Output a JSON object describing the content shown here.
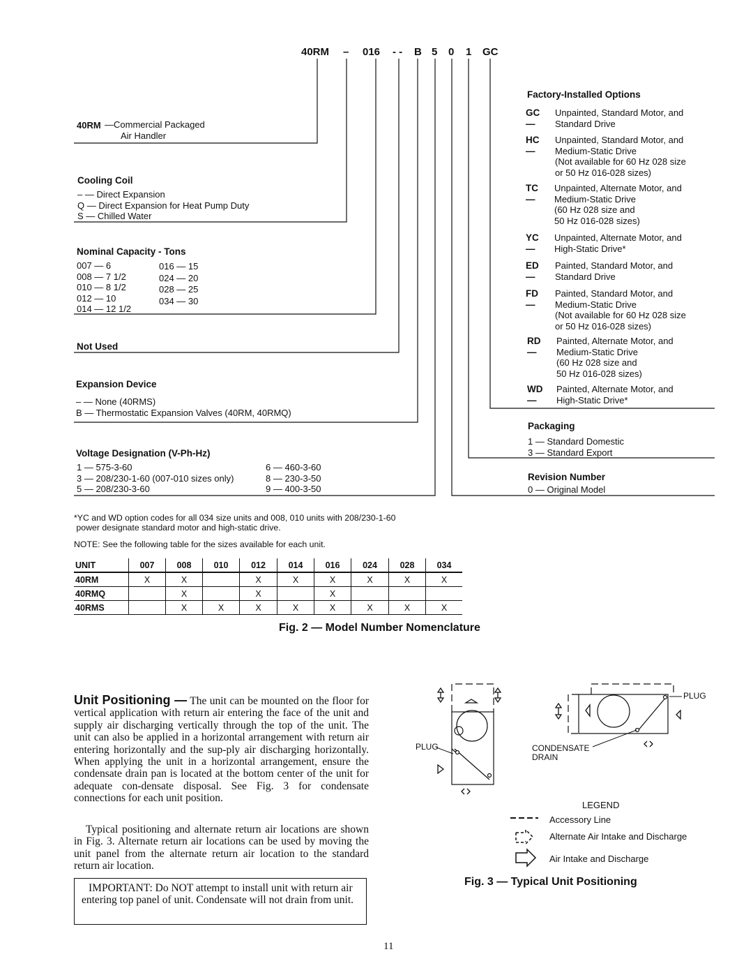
{
  "model": {
    "parts": [
      "40RM",
      "–",
      "016",
      "- -",
      "B",
      "5",
      "0",
      "1",
      "GC"
    ]
  },
  "base_unit": {
    "code": "40RM",
    "desc_line1": "—Commercial Packaged",
    "desc_line2": "Air Handler"
  },
  "cooling_coil": {
    "title": "Cooling Coil",
    "items": [
      "– — Direct Expansion",
      "Q — Direct Expansion for Heat Pump Duty",
      "S — Chilled Water"
    ]
  },
  "nominal_capacity": {
    "title": "Nominal Capacity - Tons",
    "col1": [
      "007 — 6",
      "008 — 7 1/2",
      "010 — 8 1/2",
      "012 — 10",
      "014 — 12 1/2"
    ],
    "col2": [
      "016 — 15",
      "024 — 20",
      "028 — 25",
      "034 — 30"
    ]
  },
  "not_used": {
    "title": "Not Used"
  },
  "expansion_device": {
    "title": "Expansion Device",
    "items": [
      "– — None (40RMS)",
      "B — Thermostatic Expansion Valves (40RM, 40RMQ)"
    ]
  },
  "voltage": {
    "title": "Voltage Designation (V-Ph-Hz)",
    "col1": [
      "1 — 575-3-60",
      "3 — 208/230-1-60 (007-010 sizes only)",
      "5 — 208/230-3-60"
    ],
    "col2": [
      "6 — 460-3-60",
      "8 — 230-3-50",
      "9 — 400-3-50"
    ]
  },
  "factory_options": {
    "title": "Factory-Installed Options",
    "items": [
      {
        "code": "GC —",
        "desc": "Unpainted, Standard Motor, and\nStandard Drive"
      },
      {
        "code": "HC —",
        "desc": "Unpainted, Standard Motor, and\nMedium-Static Drive\n(Not available for 60 Hz 028 size\nor 50 Hz 016-028 sizes)"
      },
      {
        "code": "TC —",
        "desc": "Unpainted, Alternate Motor, and\nMedium-Static Drive\n(60 Hz 028 size and\n50 Hz 016-028 sizes)"
      },
      {
        "code": "YC —",
        "desc": "Unpainted, Alternate Motor, and\nHigh-Static Drive*"
      },
      {
        "code": "ED —",
        "desc": "Painted, Standard Motor, and\nStandard Drive"
      },
      {
        "code": "FD —",
        "desc": "Painted, Standard Motor, and\nMedium-Static Drive\n(Not available for 60 Hz 028 size\nor 50 Hz 016-028 sizes)"
      },
      {
        "code": "RD —",
        "desc": "Painted, Alternate Motor, and\nMedium-Static Drive\n(60 Hz 028 size and\n50 Hz 016-028 sizes)"
      },
      {
        "code": "WD —",
        "desc": "Painted, Alternate Motor, and\nHigh-Static Drive*"
      }
    ]
  },
  "packaging": {
    "title": "Packaging",
    "items": [
      "1 — Standard Domestic",
      "3 — Standard Export"
    ]
  },
  "revision": {
    "title": "Revision Number",
    "items": [
      "0 — Original Model"
    ]
  },
  "footnote": "*YC and WD option codes for all 034 size units and 008, 010 units with 208/230-1-60\n power designate standard motor and high-static drive.",
  "note": "NOTE: See the following table for the sizes available for each unit.",
  "unit_table": {
    "headers": [
      "UNIT",
      "007",
      "008",
      "010",
      "012",
      "014",
      "016",
      "024",
      "028",
      "034"
    ],
    "rows": [
      [
        "40RM",
        "X",
        "X",
        "",
        "X",
        "X",
        "X",
        "X",
        "X",
        "X"
      ],
      [
        "40RMQ",
        "",
        "X",
        "",
        "X",
        "",
        "X",
        "",
        "",
        ""
      ],
      [
        "40RMS",
        "",
        "X",
        "X",
        "X",
        "X",
        "X",
        "X",
        "X",
        "X"
      ]
    ]
  },
  "fig2_caption": "Fig. 2 — Model Number Nomenclature",
  "unit_positioning": {
    "heading": "Unit Positioning —",
    "para1": "The unit can be mounted on the floor for vertical application with return air entering the face of the unit and supply air discharging vertically through the top of the unit. The unit can also be applied in a horizontal arrangement with return air entering horizontally and the sup-ply air discharging horizontally. When applying the unit in a horizontal arrangement, ensure the condensate drain pan is located at the bottom center of the unit for adequate con-densate disposal. See Fig. 3 for condensate connections for each unit position.",
    "para2": "Typical positioning and alternate return air locations are shown in Fig. 3. Alternate return air locations can be used by moving the unit panel from the alternate return air location to the standard return air location.",
    "important": "IMPORTANT: Do NOT attempt to install unit with return air entering top panel of unit. Condensate will not drain from unit."
  },
  "fig3": {
    "plug_left": "PLUG",
    "plug_right": "PLUG",
    "condensate_line1": "CONDENSATE",
    "condensate_line2": "DRAIN",
    "legend_title": "LEGEND",
    "legend_items": [
      "Accessory Line",
      "Alternate Air Intake and Discharge",
      "Air Intake and Discharge"
    ],
    "caption": "Fig. 3 — Typical Unit Positioning"
  },
  "page_number": "11"
}
